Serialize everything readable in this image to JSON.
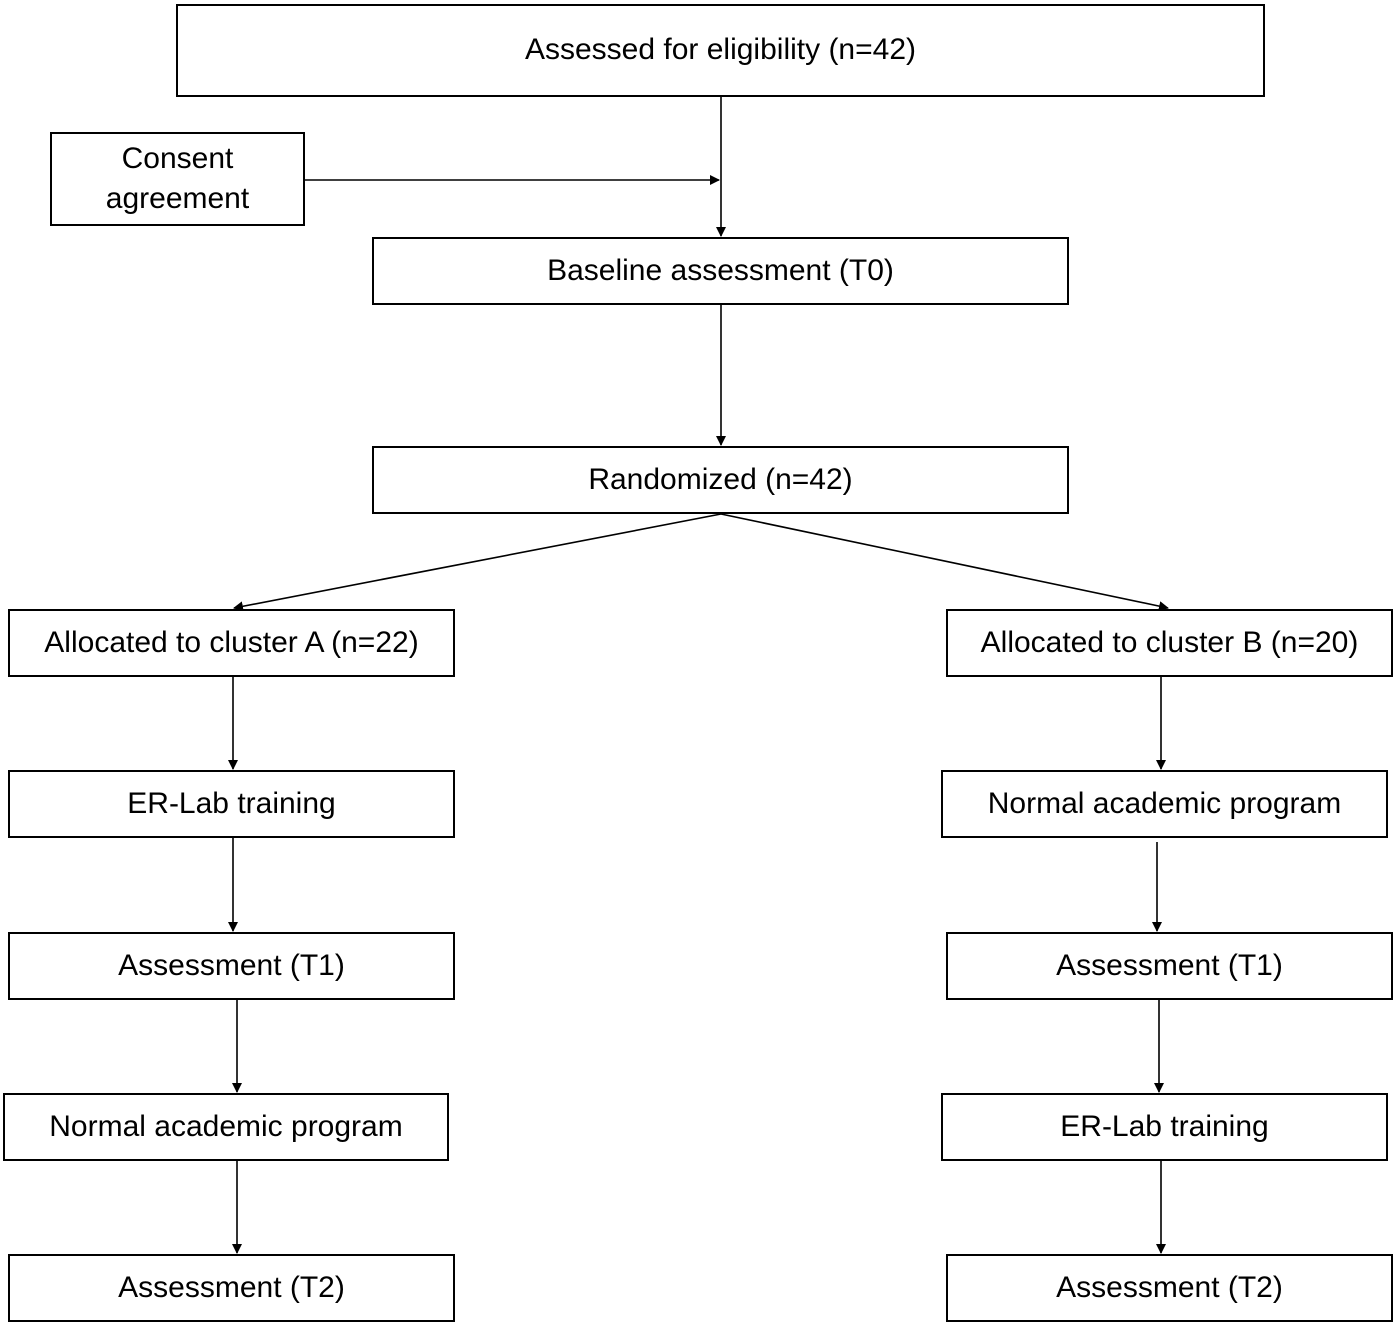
{
  "flow": {
    "eligibility": "Assessed for eligibility (n=42)",
    "consent": "Consent\nagreement",
    "baseline": "Baseline assessment (T0)",
    "randomized": "Randomized (n=42)"
  },
  "cluster_a": {
    "allocation": "Allocated to cluster A (n=22)",
    "step1": "ER-Lab training",
    "assessment_t1": "Assessment (T1)",
    "step2": "Normal academic program",
    "assessment_t2": "Assessment (T2)"
  },
  "cluster_b": {
    "allocation": "Allocated to cluster B (n=20)",
    "step1": "Normal academic program",
    "assessment_t1": "Assessment (T1)",
    "step2": "ER-Lab training",
    "assessment_t2": "Assessment (T2)"
  }
}
